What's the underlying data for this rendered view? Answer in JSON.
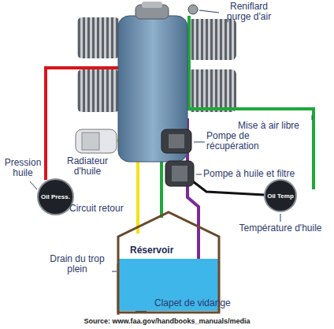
{
  "diagram": {
    "nodes": [
      {
        "text": [
          "Oil Press."
        ]
      },
      {
        "text": [
          "Oil Temp"
        ]
      },
      {
        "text": [
          "Réservoir"
        ]
      }
    ],
    "labels": [
      "Reniflard purge d'air",
      "Mise à air libre",
      "Pompe de récupération",
      "Pompe à huile et filtre",
      "Pression huile",
      "Radiateur d'huile",
      "Circuit retour",
      "Température d'huile",
      "Drain du trop plein",
      "Clapet de vidange",
      "Source: www.faa.gov/handbooks_manuals/media"
    ]
  }
}
